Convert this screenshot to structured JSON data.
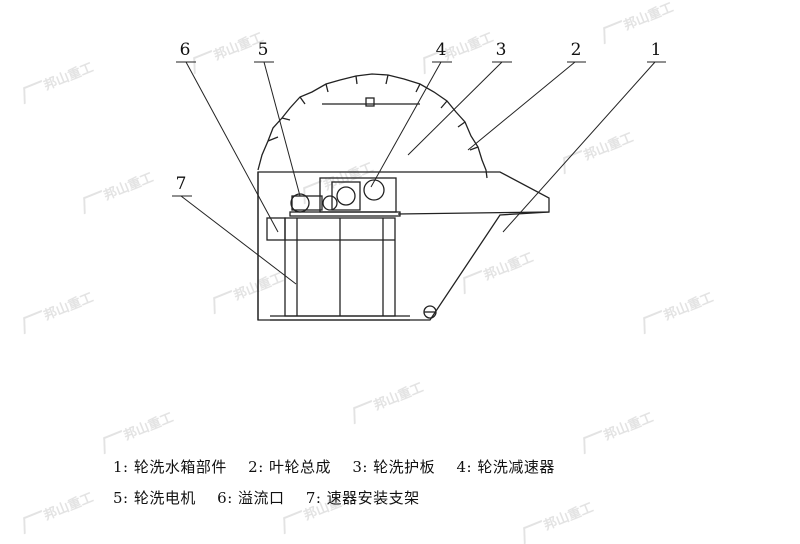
{
  "watermark_text": "邦山重工",
  "callouts": [
    {
      "n": "1"
    },
    {
      "n": "2"
    },
    {
      "n": "3"
    },
    {
      "n": "4"
    },
    {
      "n": "5"
    },
    {
      "n": "6"
    },
    {
      "n": "7"
    }
  ],
  "legend": {
    "line1": [
      "1: 轮洗水箱部件",
      "2: 叶轮总成",
      "3: 轮洗护板",
      "4: 轮洗减速器"
    ],
    "line2": [
      "5: 轮洗电机",
      "6: 溢流口",
      "7: 速器安装支架"
    ]
  }
}
